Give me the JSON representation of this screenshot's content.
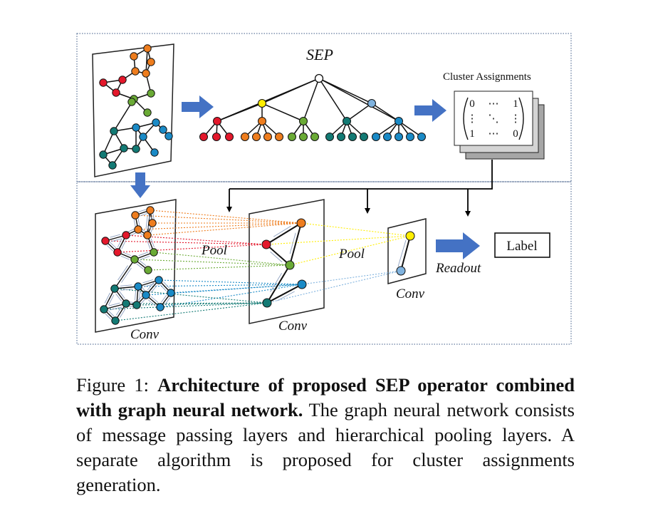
{
  "diagram": {
    "sep_label": "SEP",
    "cluster_assignments_label": "Cluster Assignments",
    "matrix": {
      "r1": [
        "0",
        "⋯",
        "1"
      ],
      "r2": [
        "⋮",
        "⋱",
        "⋮"
      ],
      "r3": [
        "1",
        "⋯",
        "0"
      ]
    },
    "pool_label_1": "Pool",
    "pool_label_2": "Pool",
    "conv_label_1": "Conv",
    "conv_label_2": "Conv",
    "conv_label_3": "Conv",
    "readout_label": "Readout",
    "output_label": "Label"
  },
  "colors": {
    "orange": "#ee7d1e",
    "red": "#e3182b",
    "green": "#6aaa35",
    "teal": "#137a74",
    "blue": "#1a8ac6",
    "yellow": "#ffee00",
    "lightblue": "#7fb2de",
    "arrow_blue": "#4472c4"
  },
  "caption": {
    "prefix": "Figure 1: ",
    "bold": "Architecture of proposed SEP operator combined with graph neural network.",
    "rest": " The graph neural network consists of message passing layers and hierarchical pooling layers. A separate algorithm is proposed for cluster assignments generation."
  }
}
